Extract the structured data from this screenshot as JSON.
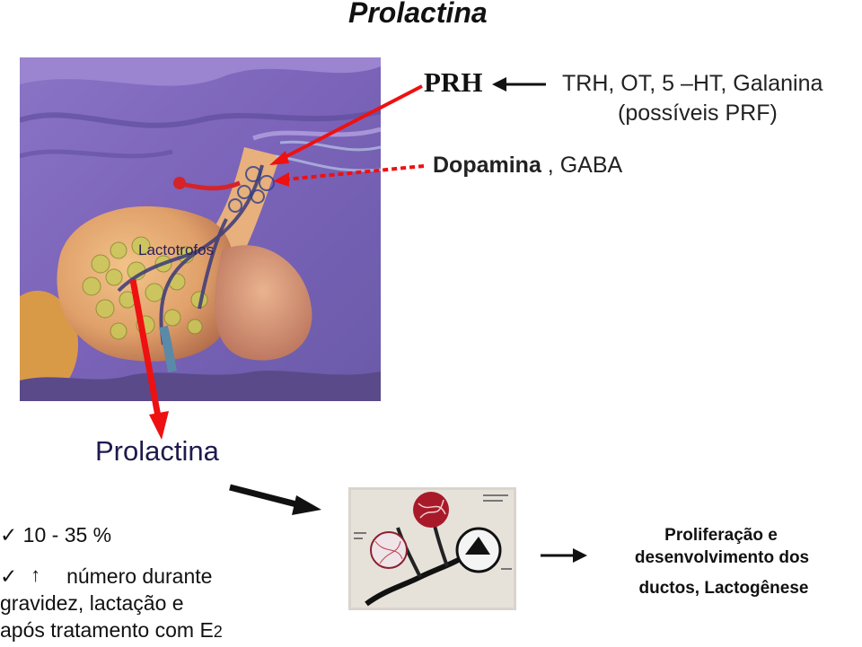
{
  "title": "Prolactina",
  "regulators": {
    "stimulator": "PRH",
    "stimulators_list_line1": "TRH, OT, 5 –HT, Galanina",
    "stimulators_list_line2": "(possíveis  PRF)",
    "inhibitor_main": "Dopamina",
    "inhibitor_rest": " , GABA"
  },
  "image_label": "Lactotrofos",
  "hormone_label": "Prolactina",
  "bullets": {
    "range": "10 - 35 %",
    "increase_line1": "número durante",
    "increase_line2": "gravidez, lactação e",
    "increase_line3_text": "após tratamento com E",
    "increase_line3_sub": "2"
  },
  "effects": {
    "line1": "Proliferação e",
    "line2": "desenvolvimento dos",
    "line3": "ductos,  Lactogênese"
  },
  "icons": {
    "check": "check-icon",
    "up_arrow": "up-arrow-icon"
  },
  "colors": {
    "red_arrow": "#ee1111",
    "black_arrow": "#111111"
  }
}
